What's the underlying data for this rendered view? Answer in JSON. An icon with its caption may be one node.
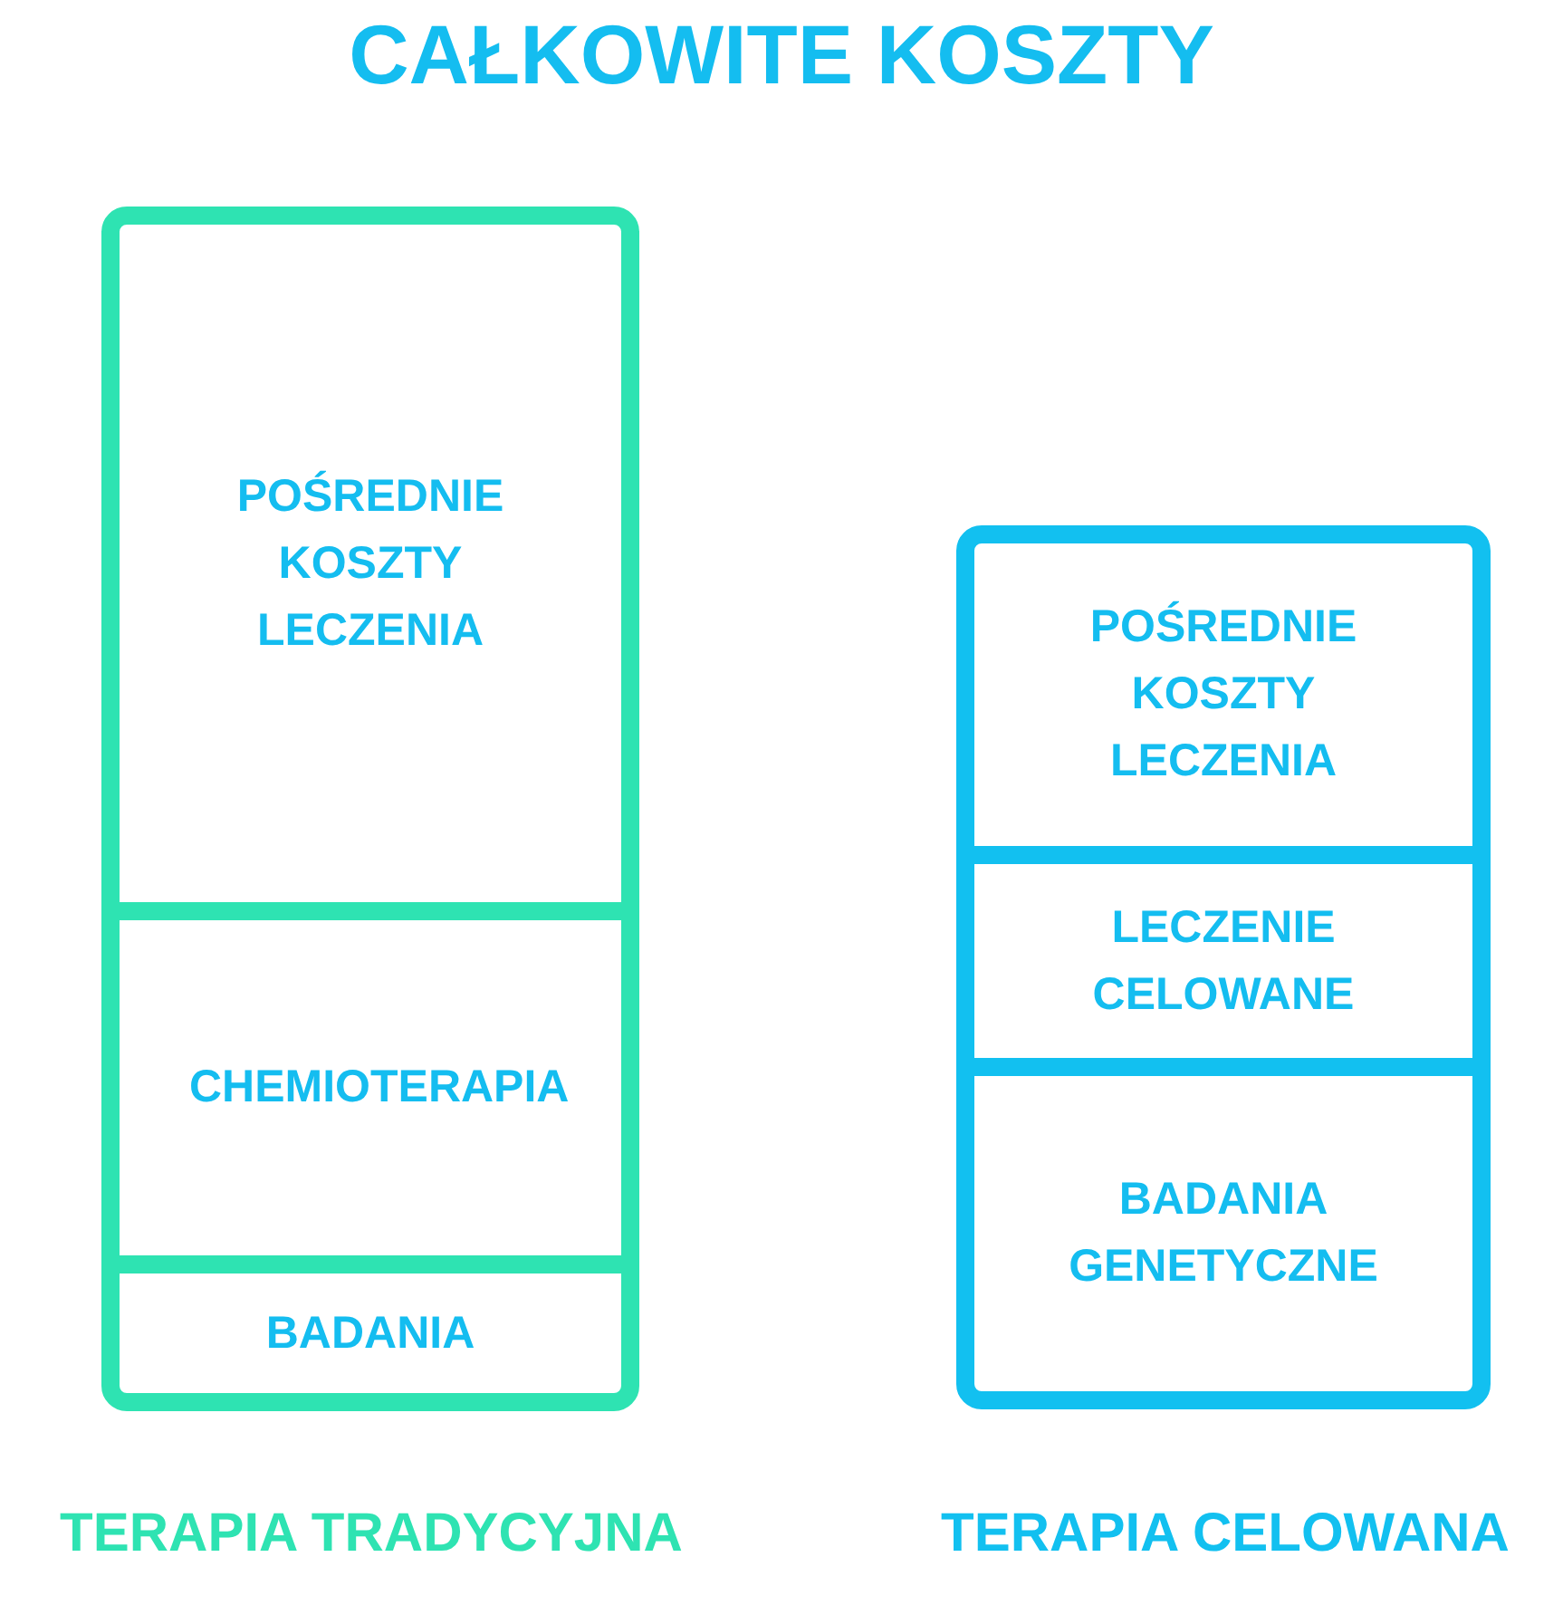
{
  "diagram": {
    "title": "CAŁKOWITE KOSZTY",
    "nodes": [
      {
        "text": [],
        "shape": "box",
        "beside": [
          "TERAPIA TRADYCYJNA"
        ]
      },
      {
        "text": [
          "POŚREDNIE KOSZTY LECZENIA"
        ],
        "in": 0
      },
      {
        "text": [
          "CHEMIOTERAPIA"
        ],
        "in": 0
      },
      {
        "text": [
          "BADANIA"
        ],
        "in": 0
      },
      {
        "text": [],
        "shape": "box",
        "beside": [
          "TERAPIA CELOWANA"
        ]
      },
      {
        "text": [
          "POŚREDNIE KOSZTY LECZENIA"
        ],
        "in": 4
      },
      {
        "text": [
          "LECZENIE CELOWANE"
        ],
        "in": 4
      },
      {
        "text": [
          "BADANIA GENETYCZNE"
        ],
        "in": 4
      }
    ],
    "edges": []
  }
}
